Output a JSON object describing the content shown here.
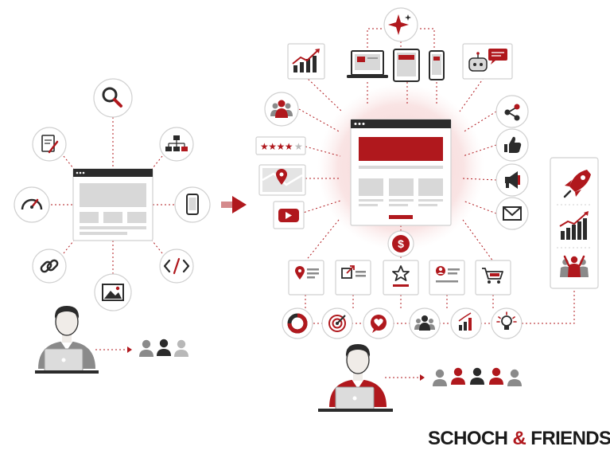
{
  "brand": {
    "name_part1": "SCHOCH",
    "ampersand": "&",
    "name_part2": "FRIENDS"
  },
  "colors": {
    "accent": "#b0181d",
    "dark": "#2b2b2b",
    "mid_gray": "#cfcfcf",
    "light_gray": "#eeeeee",
    "glow": "#f9e3e3"
  },
  "left_hub": {
    "satellites": [
      "search-icon",
      "gear-gauge-icon",
      "link-icon",
      "image-icon",
      "code-icon",
      "mobile-phone-icon",
      "sitemap-icon",
      "document-edit-icon"
    ]
  },
  "right_hub": {
    "top_icons": [
      "sparkle-icon",
      "analytics-chart-icon",
      "devices-icon",
      "chatbot-icon"
    ],
    "left_icons": [
      "community-icon",
      "star-rating-icon",
      "map-pin-icon",
      "video-play-icon"
    ],
    "right_icons": [
      "share-icon",
      "thumbs-up-icon",
      "megaphone-icon",
      "mail-icon"
    ],
    "star_rating": 4,
    "cards": [
      "location-card-icon",
      "external-link-card-icon",
      "star-card-icon",
      "profile-card-icon",
      "shopping-cart-icon"
    ],
    "circles": [
      "donut-chart-icon",
      "target-icon",
      "heart-chat-icon",
      "group-icon",
      "growth-bars-icon",
      "lightbulb-icon"
    ],
    "side_panel": [
      "rocket-icon",
      "growth-chart-icon",
      "celebrating-team-icon"
    ]
  },
  "transition": "right-arrow-icon",
  "left_audience_count": 3,
  "right_audience_count": 5
}
